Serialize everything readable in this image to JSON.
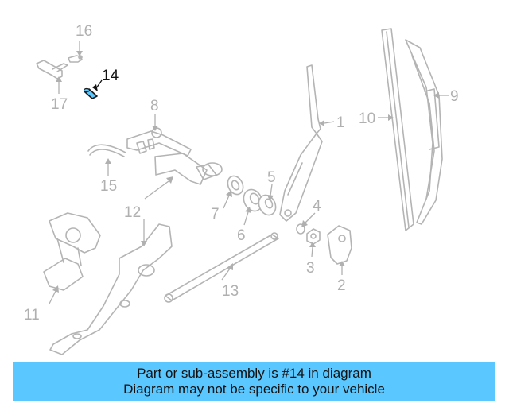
{
  "highlight_color": "#5bc7ff",
  "callouts": [
    "1",
    "2",
    "3",
    "4",
    "5",
    "6",
    "7",
    "8",
    "9",
    "10",
    "11",
    "12",
    "13",
    "14",
    "15",
    "16",
    "17"
  ],
  "highlighted_part": "14",
  "banner": {
    "line1": "Part or sub-assembly is #14 in diagram",
    "line2": "Diagram may not be specific to your vehicle"
  }
}
